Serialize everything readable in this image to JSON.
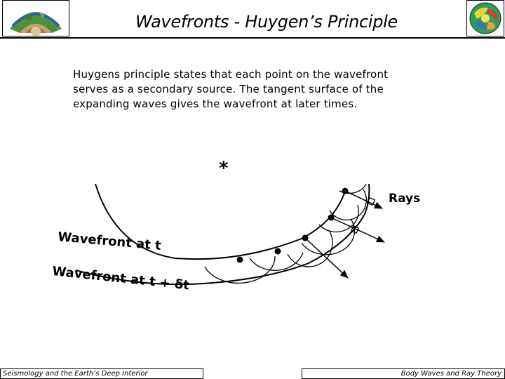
{
  "header": {
    "title": "Wavefronts - Huygen’s Principle",
    "left_logo_icon": "earth-cutaway-logo",
    "right_logo_icon": "globe-tomography-logo"
  },
  "description": {
    "lines": [
      "Huygens principle states that each point on the wavefront",
      "serves as a secondary source. The tangent surface of the",
      "expanding waves gives the wavefront at later times."
    ]
  },
  "figure": {
    "source_symbol": "*",
    "rays_label": "Rays",
    "wavefront_t_label": "Wavefront at t",
    "wavefront_t_dt_label": "Wavefront at t + δt"
  },
  "footer": {
    "left": "Seismology and the Earth’s Deep Interior",
    "right": "Body Waves and Ray Theory"
  }
}
